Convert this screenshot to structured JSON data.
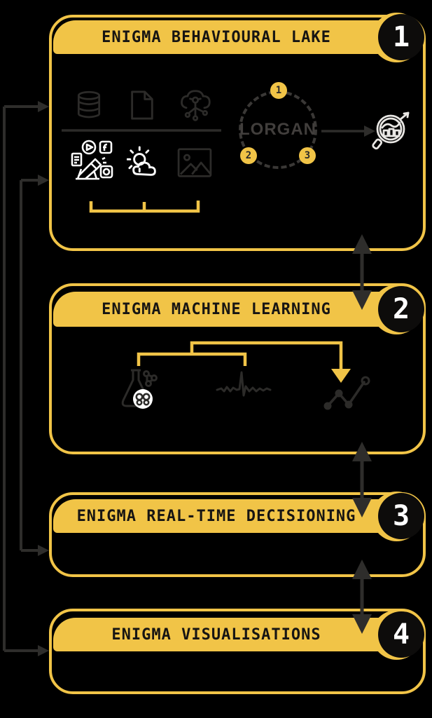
{
  "colors": {
    "background": "#000000",
    "accent_yellow": "#F1C447",
    "dark_line": "#2e2d2b",
    "disc_fill": "#0d0c0b",
    "number_text": "#ffffff",
    "title_text": "#171513",
    "lorgan_text": "#413e3c",
    "white_icon": "#ffffff",
    "dark_icon": "#2c2b29"
  },
  "boxes": [
    {
      "number": "1",
      "title": "ENIGMA BEHAVIOURAL LAKE",
      "icons": [
        "database-icon",
        "document-icon",
        "cloud-network-icon",
        "social-media-icon",
        "weather-icon",
        "image-icon",
        "magnifier-chart-icon"
      ]
    },
    {
      "number": "2",
      "title": "ENIGMA MACHINE LEARNING",
      "icons": [
        "flask-icon",
        "pulse-icon",
        "scatter-chart-icon"
      ]
    },
    {
      "number": "3",
      "title": "ENIGMA REAL-TIME DECISIONING",
      "icons": []
    },
    {
      "number": "4",
      "title": "ENIGMA VISUALISATIONS",
      "icons": []
    }
  ],
  "lorgan": {
    "label": "LORGAN",
    "badges": [
      "1",
      "2",
      "3"
    ]
  },
  "connections": {
    "between_boxes": "double-headed vertical arrows between stages 1-2, 2-3, 3-4",
    "feedback_outer": "loop from stage 1 to stage 4 on far left",
    "feedback_inner": "loop from stage 1 to stage 3 on left"
  }
}
